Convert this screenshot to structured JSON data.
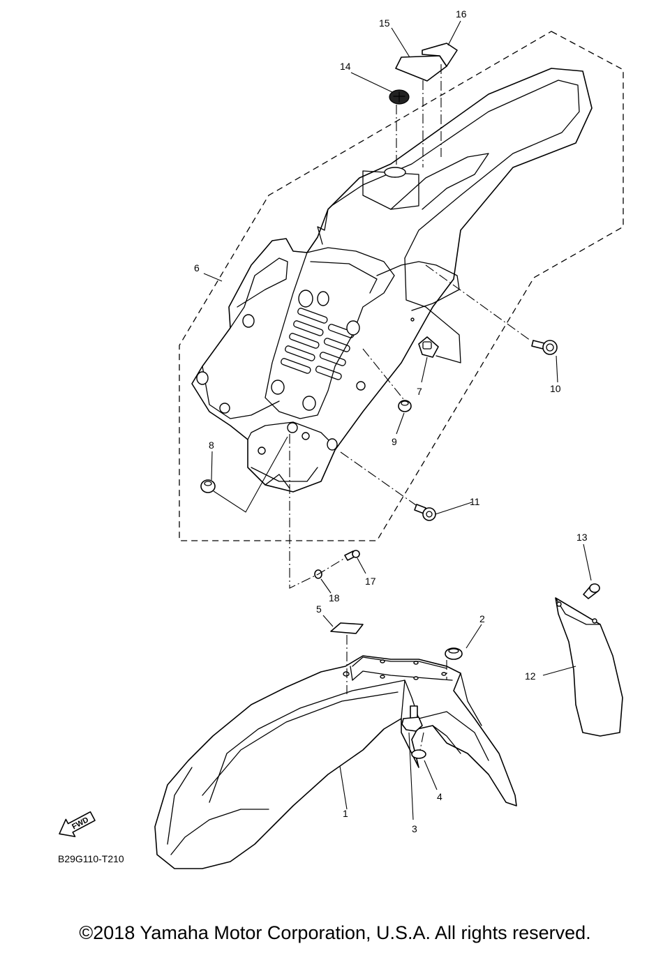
{
  "diagram": {
    "callouts": [
      "1",
      "2",
      "3",
      "4",
      "5",
      "6",
      "7",
      "8",
      "9",
      "10",
      "11",
      "12",
      "13",
      "14",
      "15",
      "16",
      "17",
      "18"
    ],
    "diagram_code": "B29G110-T210",
    "fwd_label": "FWD"
  },
  "footer": {
    "copyright": "©2018 Yamaha Motor Corporation, U.S.A. All rights reserved."
  }
}
